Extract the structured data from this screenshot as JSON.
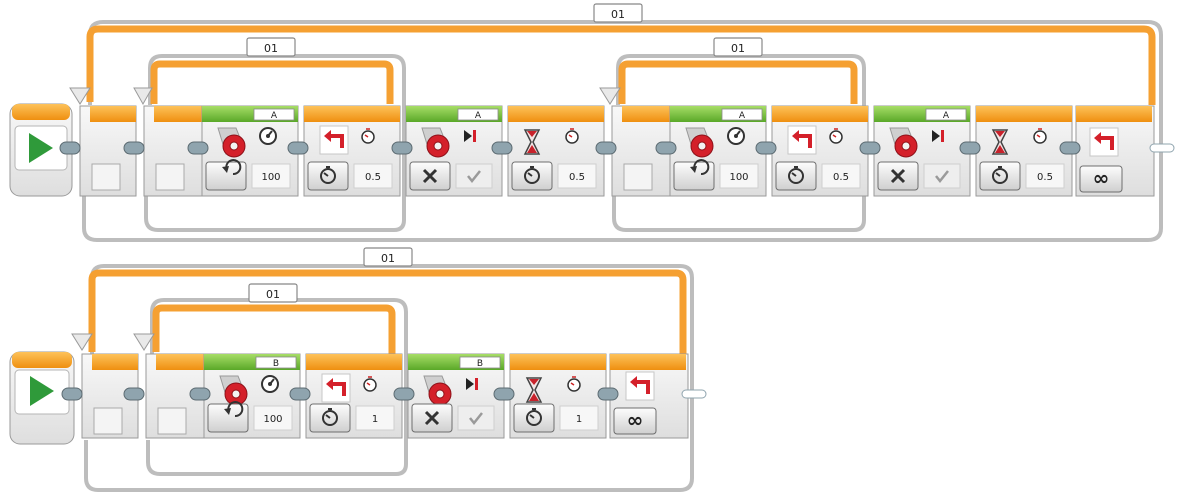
{
  "program_rows": [
    {
      "start_icon": "play-icon",
      "outer_loop_label": "01",
      "inner_loop_labels": [
        "01",
        "01"
      ],
      "blocks": [
        {
          "type": "large-motor",
          "port": "A",
          "mode_icon": "rotate-on-icon",
          "param_icon": "speed-gauge-icon",
          "power": "100"
        },
        {
          "type": "loop-interrupt",
          "mode_icon": "timer-icon",
          "param_icon": "stopwatch-icon",
          "value": "0.5"
        },
        {
          "type": "large-motor",
          "port": "A",
          "mode_icon": "off-x-icon",
          "param_icon": "brake-check-icon",
          "value": ""
        },
        {
          "type": "wait",
          "mode_icon": "timer-icon",
          "param_icon": "stopwatch-icon",
          "value": "0.5"
        },
        {
          "type": "large-motor",
          "port": "A",
          "mode_icon": "rotate-on-icon",
          "param_icon": "speed-gauge-icon",
          "power": "100"
        },
        {
          "type": "loop-interrupt",
          "mode_icon": "timer-icon",
          "param_icon": "stopwatch-icon",
          "value": "0.5"
        },
        {
          "type": "large-motor",
          "port": "A",
          "mode_icon": "off-x-icon",
          "param_icon": "brake-check-icon",
          "value": ""
        },
        {
          "type": "wait",
          "mode_icon": "timer-icon",
          "param_icon": "stopwatch-icon",
          "value": "0.5"
        },
        {
          "type": "loop-end",
          "mode_icon": "infinity-icon"
        }
      ]
    },
    {
      "start_icon": "play-icon",
      "outer_loop_label": "01",
      "inner_loop_labels": [
        "01"
      ],
      "blocks": [
        {
          "type": "large-motor",
          "port": "B",
          "mode_icon": "rotate-on-icon",
          "param_icon": "speed-gauge-icon",
          "power": "100"
        },
        {
          "type": "loop-interrupt",
          "mode_icon": "timer-icon",
          "param_icon": "stopwatch-icon",
          "value": "1"
        },
        {
          "type": "large-motor",
          "port": "B",
          "mode_icon": "off-x-icon",
          "param_icon": "brake-check-icon",
          "value": ""
        },
        {
          "type": "wait",
          "mode_icon": "timer-icon",
          "param_icon": "stopwatch-icon",
          "value": "1"
        },
        {
          "type": "loop-end",
          "mode_icon": "infinity-icon"
        }
      ]
    }
  ],
  "colors": {
    "green_header": "#72c23a",
    "orange_header": "#f7a21b",
    "orange_loop": "#f6a336",
    "block_body": "#ececec",
    "outline": "#9a9a9a",
    "motor_red": "#d4202a",
    "play_green": "#2f9a3a",
    "connector": "#8fa4ae"
  }
}
